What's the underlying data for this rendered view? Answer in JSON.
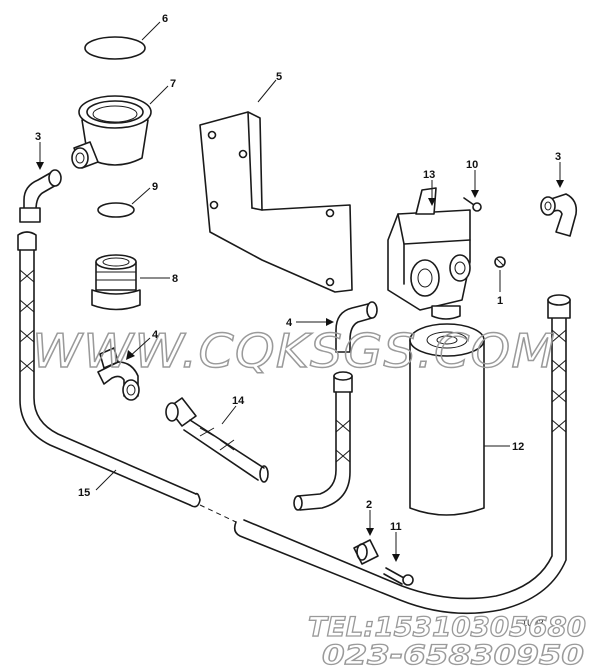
{
  "watermark": "WWW.CQKSGS.COM",
  "contact": {
    "tel": "TEL:15310305680",
    "phone": "023-65830950"
  },
  "drawing_code": "1U23",
  "callouts": {
    "c1": "1",
    "c2": "2",
    "c3a": "3",
    "c3b": "3",
    "c4a": "4",
    "c4b": "4",
    "c5": "5",
    "c6": "6",
    "c7": "7",
    "c8": "8",
    "c9": "9",
    "c10": "10",
    "c11": "11",
    "c12": "12",
    "c13": "13",
    "c14": "14",
    "c15": "15"
  }
}
